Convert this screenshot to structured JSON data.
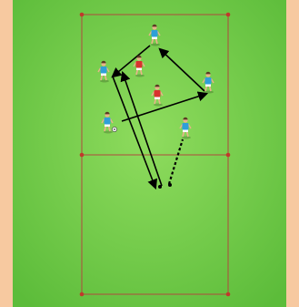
{
  "diagram": {
    "colors": {
      "frame": "#f7c9a0",
      "pitch_light": "#8fdc5e",
      "pitch_dark": "#5cbc3a",
      "field_line": "#b04a3c",
      "cone": "#c0392b",
      "arrow": "#000000",
      "team_blue": "#2f9fd8",
      "team_red": "#d8322e",
      "skin": "#e8b48a",
      "shorts": "#ffffff"
    },
    "players": [
      {
        "id": "p1",
        "team": "blue",
        "role": "attacker"
      },
      {
        "id": "p2",
        "team": "blue",
        "role": "attacker"
      },
      {
        "id": "p3",
        "team": "red",
        "role": "defender"
      },
      {
        "id": "p4",
        "team": "red",
        "role": "defender"
      },
      {
        "id": "p5",
        "team": "blue",
        "role": "attacker"
      },
      {
        "id": "p6",
        "team": "blue",
        "role": "attacker",
        "has_ball": true
      },
      {
        "id": "p7",
        "team": "blue",
        "role": "attacker"
      }
    ],
    "movements": [
      {
        "id": "m1",
        "type": "pass",
        "style": "solid"
      },
      {
        "id": "m2",
        "type": "pass",
        "style": "solid"
      },
      {
        "id": "m3",
        "type": "pass",
        "style": "solid"
      },
      {
        "id": "m4",
        "type": "pass",
        "style": "solid"
      },
      {
        "id": "m5",
        "type": "run",
        "style": "solid"
      },
      {
        "id": "m6",
        "type": "dribble",
        "style": "dashed"
      }
    ]
  }
}
